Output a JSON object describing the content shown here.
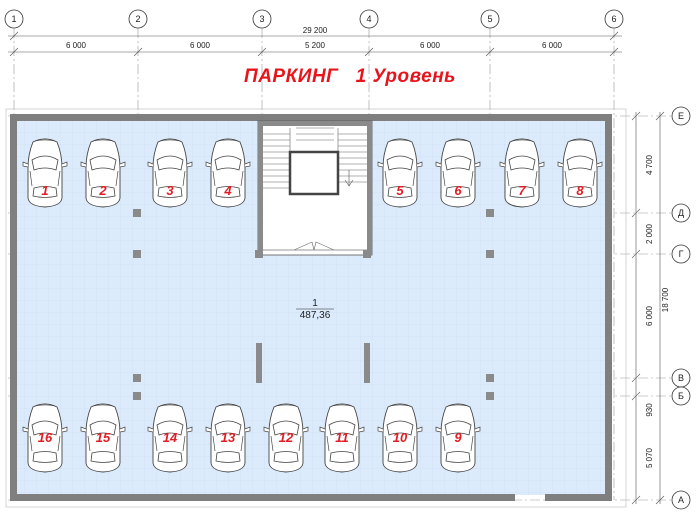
{
  "title": "ПАРКИНГ   1 Уровень",
  "title_color": "#e8141c",
  "axes_vertical": [
    "1",
    "2",
    "3",
    "4",
    "5",
    "6"
  ],
  "axes_horizontal": [
    "Е",
    "Д",
    "Г",
    "В",
    "Б",
    "А"
  ],
  "dims_top": {
    "total": "29 200",
    "spans": [
      "6 000",
      "6 000",
      "5 200",
      "6 000",
      "6 000"
    ]
  },
  "dims_right": {
    "spans": [
      "4 700",
      "2 000",
      "6 000",
      "930",
      "5 070"
    ],
    "total": "18 700"
  },
  "room": {
    "number": "1",
    "area": "487,36"
  },
  "parking_top": [
    "1",
    "2",
    "3",
    "4",
    "5",
    "6",
    "7",
    "8"
  ],
  "parking_bottom": [
    "16",
    "15",
    "14",
    "13",
    "12",
    "11",
    "10",
    "9"
  ],
  "colors": {
    "floor": "#dcebfb",
    "wall": "#7f7f7f",
    "spot_number": "#e01e24",
    "lines": "#333333"
  }
}
